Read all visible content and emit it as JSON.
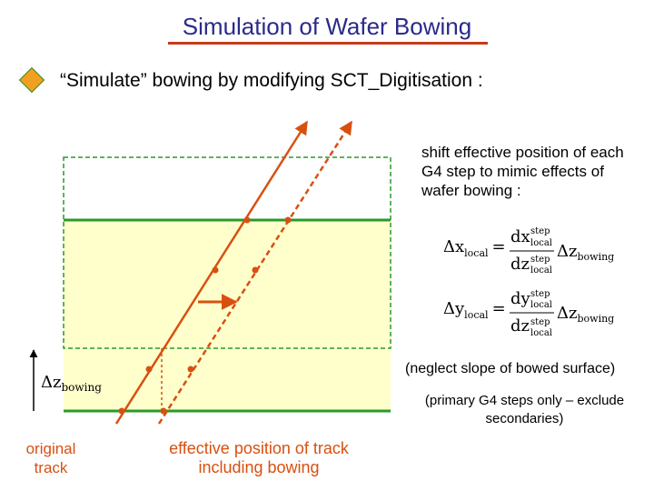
{
  "title": "Simulation of Wafer Bowing",
  "bullet": {
    "icon": "diamond-bullet-icon",
    "text": "“Simulate” bowing by modifying SCT_Digitisation :"
  },
  "shift_text": "shift effective position of each G4 step to mimic effects of wafer bowing :",
  "equations": {
    "x": {
      "lhs": "Δx",
      "lhs_sub": "local",
      "num": "dx",
      "num_sup": "step",
      "num_sub": "local",
      "den": "dz",
      "den_sup": "step",
      "den_sub": "local",
      "rhs": "Δz",
      "rhs_sub": "bowing"
    },
    "y": {
      "lhs": "Δy",
      "lhs_sub": "local",
      "num": "dy",
      "num_sup": "step",
      "num_sub": "local",
      "den": "dz",
      "den_sup": "step",
      "den_sub": "local",
      "rhs": "Δz",
      "rhs_sub": "bowing"
    }
  },
  "neglect_text": "(neglect slope of bowed surface)",
  "primary_text": "(primary G4 steps only – exclude secondaries)",
  "axis_label": {
    "main": "Δz",
    "sub": "bowing"
  },
  "labels": {
    "original_track": "original track",
    "effective_track": "effective position of track including bowing"
  },
  "colors": {
    "title": "#2a2a8a",
    "track": "#d85010",
    "wafer_fill": "#ffffcc",
    "wafer_border": "#2a9a2a",
    "bullet_fill": "#f0a020"
  }
}
